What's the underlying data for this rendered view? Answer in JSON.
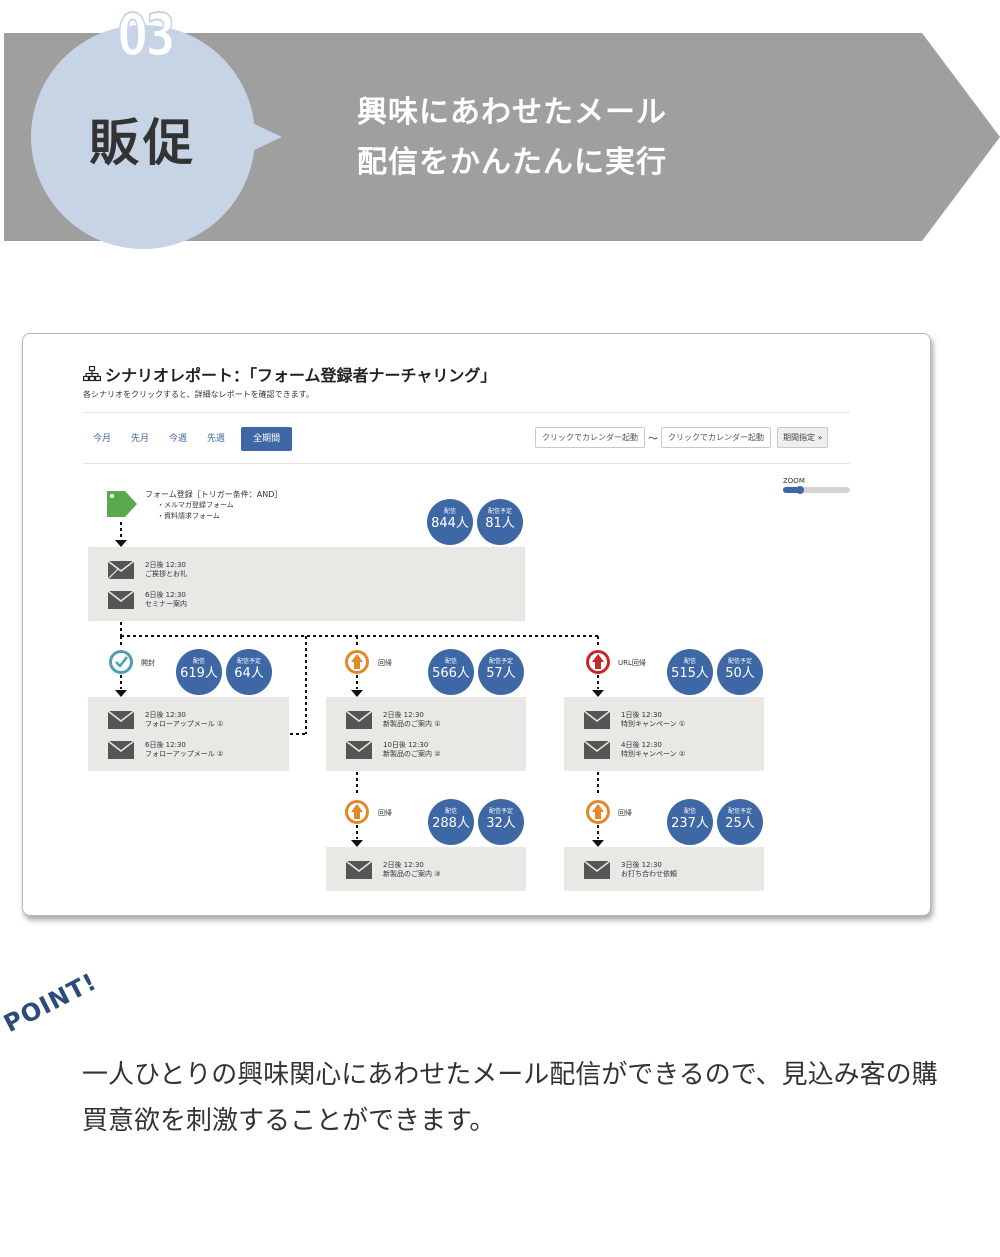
{
  "banner": {
    "number": "03",
    "category": "販促",
    "headline_line1": "興味にあわせたメール",
    "headline_line2": "配信をかんたんに実行",
    "colors": {
      "banner": "#9f9f9f",
      "circle": "#c6d4e6"
    }
  },
  "report": {
    "title": "シナリオレポート：「フォーム登録者ナーチャリング」",
    "title_icon": "sitemap-icon",
    "subtitle": "各シナリオをクリックすると、詳細なレポートを確認できます。",
    "tabs": [
      "今月",
      "先月",
      "今週",
      "先週",
      "全期間"
    ],
    "active_tab": "全期間",
    "date_from_placeholder": "クリックでカレンダー起動",
    "date_sep": "〜",
    "date_to_placeholder": "クリックでカレンダー起動",
    "period_button": "期間指定 »",
    "zoom_label": "ZOOM",
    "zoom_level": 0.25,
    "trigger": {
      "label": "フォーム登録［トリガー条件：AND］",
      "items": [
        "・メルマガ登録フォーム",
        "・資料請求フォーム"
      ],
      "sent_label": "配信",
      "sent_value": "844人",
      "planned_label": "配信予定",
      "planned_value": "81人"
    },
    "root_mails": [
      {
        "l1": "2日後 12:30",
        "l2": "ご挨拶とお礼"
      },
      {
        "l1": "6日後 12:30",
        "l2": "セミナー案内"
      }
    ],
    "branches": [
      {
        "icon": "check-icon",
        "label": "開封",
        "sent_label": "配信",
        "sent": "619人",
        "planned_label": "配信予定",
        "planned": "64人",
        "mails": [
          {
            "l1": "2日後 12:30",
            "l2": "フォローアップメール ①"
          },
          {
            "l1": "6日後 12:30",
            "l2": "フォローアップメール ②"
          }
        ]
      },
      {
        "icon": "up-arrow-icon",
        "label": "回帰",
        "sent_label": "配信",
        "sent": "566人",
        "planned_label": "配信予定",
        "planned": "57人",
        "mails": [
          {
            "l1": "2日後 12:30",
            "l2": "新製品のご案内 ①"
          },
          {
            "l1": "10日後 12:30",
            "l2": "新製品のご案内 ②"
          }
        ]
      },
      {
        "icon": "up-arrow-icon",
        "label": "URL回帰",
        "sent_label": "配信",
        "sent": "515人",
        "planned_label": "配信予定",
        "planned": "50人",
        "mails": [
          {
            "l1": "1日後 12:30",
            "l2": "特別キャンペーン ①"
          },
          {
            "l1": "4日後 12:30",
            "l2": "特別キャンペーン ②"
          }
        ]
      },
      {
        "icon": "up-arrow-icon",
        "label": "回帰",
        "sent_label": "配信",
        "sent": "288人",
        "planned_label": "配信予定",
        "planned": "32人",
        "mails": [
          {
            "l1": "2日後 12:30",
            "l2": "新製品のご案内 ③"
          }
        ]
      },
      {
        "icon": "up-arrow-icon",
        "label": "回帰",
        "sent_label": "配信",
        "sent": "237人",
        "planned_label": "配信予定",
        "planned": "25人",
        "mails": [
          {
            "l1": "3日後 12:30",
            "l2": "お打ち合わせ依頼"
          }
        ]
      }
    ]
  },
  "point": {
    "label": "POINT!",
    "text": "一人ひとりの興味関心にあわせたメール配信ができるので、見込み客の購買意欲を刺激することができます。"
  }
}
